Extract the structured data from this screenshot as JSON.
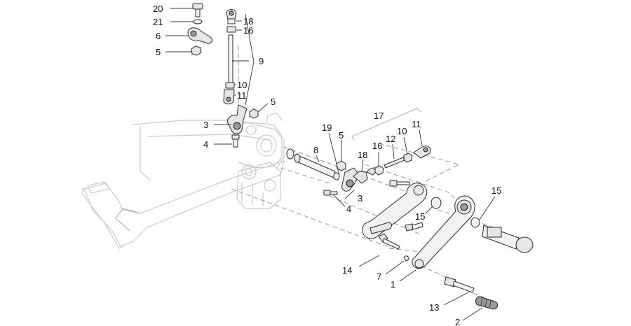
{
  "callouts": {
    "c1": "1",
    "c2": "2",
    "c3a": "3",
    "c3b": "3",
    "c4a": "4",
    "c4b": "4",
    "c5a": "5",
    "c5b": "5",
    "c5c": "5",
    "c6": "6",
    "c7": "7",
    "c8": "8",
    "c9": "9",
    "c10a": "10",
    "c10b": "10",
    "c11a": "11",
    "c11b": "11",
    "c12": "12",
    "c13": "13",
    "c14": "14",
    "c15a": "15",
    "c15b": "15",
    "c16a": "16",
    "c16b": "16",
    "c17": "17",
    "c18a": "18",
    "c18b": "18",
    "c19": "19",
    "c20": "20",
    "c21": "21"
  },
  "colors": {
    "frame": "#c9c9c9",
    "part": "#e6e6e6",
    "outline": "#2a2a2a",
    "leader": "#333333"
  }
}
